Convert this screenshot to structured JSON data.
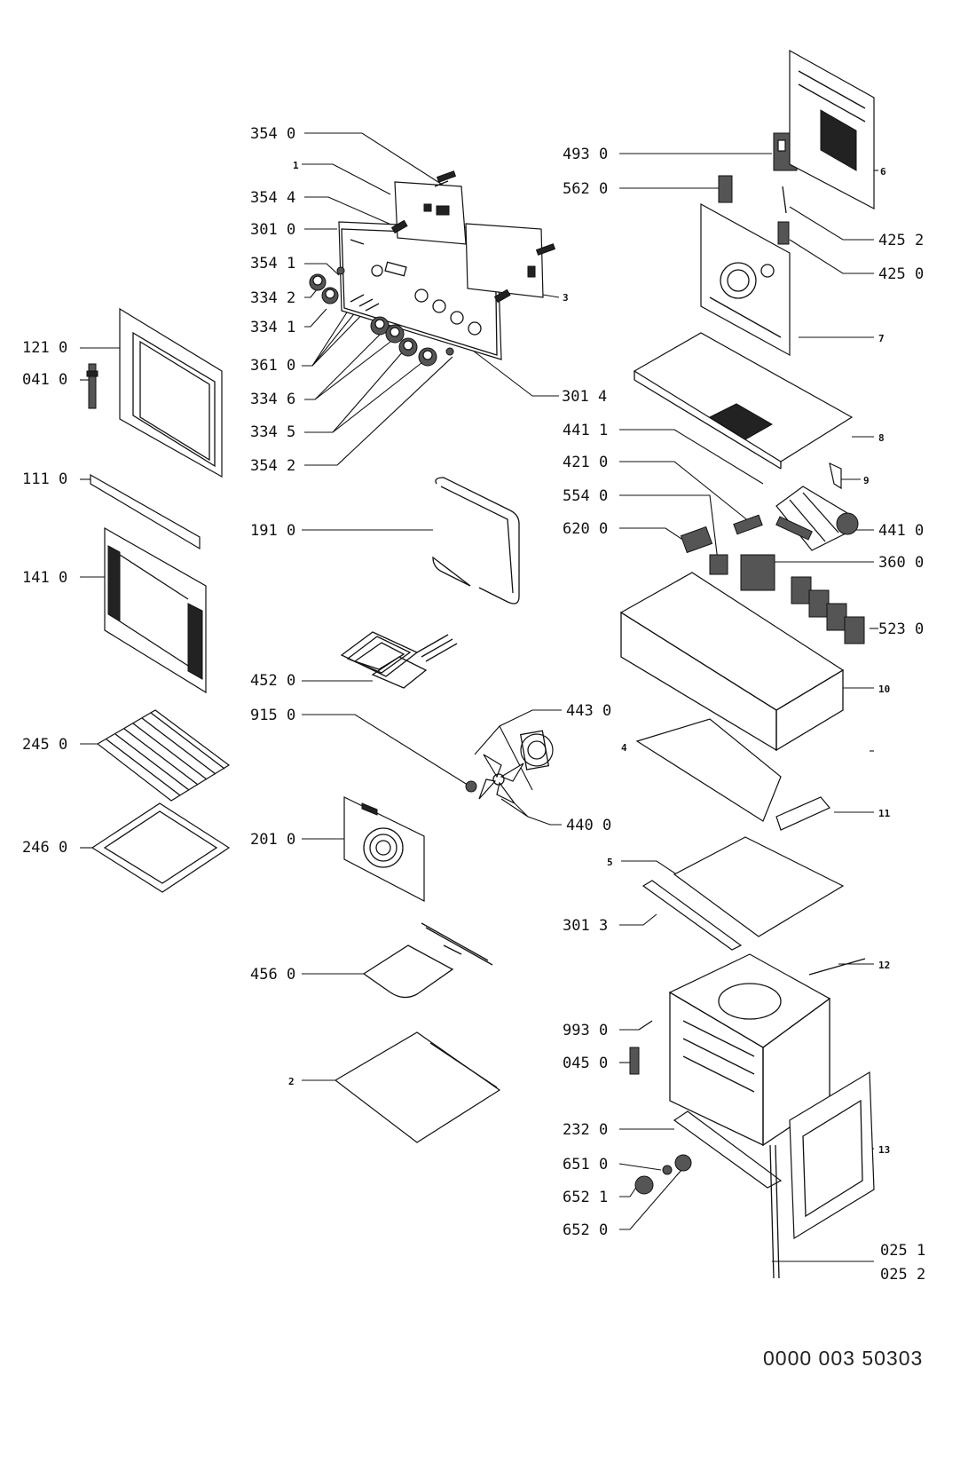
{
  "document_number": "0000 003 50303",
  "callouts": [
    {
      "id": "c3540",
      "text": "354 0"
    },
    {
      "id": "c1",
      "text": "1"
    },
    {
      "id": "c3544",
      "text": "354 4"
    },
    {
      "id": "c3010",
      "text": "301 0"
    },
    {
      "id": "c3541",
      "text": "354 1"
    },
    {
      "id": "c3342",
      "text": "334 2"
    },
    {
      "id": "c3341",
      "text": "334 1"
    },
    {
      "id": "c3610",
      "text": "361 0"
    },
    {
      "id": "c3346",
      "text": "334 6"
    },
    {
      "id": "c3345",
      "text": "334 5"
    },
    {
      "id": "c3542",
      "text": "354 2"
    },
    {
      "id": "c3",
      "text": "3"
    },
    {
      "id": "c3014",
      "text": "301 4"
    },
    {
      "id": "c4930",
      "text": "493 0"
    },
    {
      "id": "c5620",
      "text": "562 0"
    },
    {
      "id": "c6",
      "text": "6"
    },
    {
      "id": "c4252",
      "text": "425 2"
    },
    {
      "id": "c4250",
      "text": "425 0"
    },
    {
      "id": "c7",
      "text": "7"
    },
    {
      "id": "c8",
      "text": "8"
    },
    {
      "id": "c4411",
      "text": "441 1"
    },
    {
      "id": "c4210",
      "text": "421 0"
    },
    {
      "id": "c9",
      "text": "9"
    },
    {
      "id": "c5540",
      "text": "554 0"
    },
    {
      "id": "c6200",
      "text": "620 0"
    },
    {
      "id": "c4410",
      "text": "441 0"
    },
    {
      "id": "c3600",
      "text": "360 0"
    },
    {
      "id": "c5230",
      "text": "523 0"
    },
    {
      "id": "c10",
      "text": "10"
    },
    {
      "id": "c1210",
      "text": "121 0"
    },
    {
      "id": "c0410",
      "text": "041 0"
    },
    {
      "id": "c1110",
      "text": "111 0"
    },
    {
      "id": "c1910",
      "text": "191 0"
    },
    {
      "id": "c1410",
      "text": "141 0"
    },
    {
      "id": "c4520",
      "text": "452 0"
    },
    {
      "id": "c9150",
      "text": "915 0"
    },
    {
      "id": "c4430",
      "text": "443 0"
    },
    {
      "id": "c4",
      "text": "4"
    },
    {
      "id": "c2450",
      "text": "245 0"
    },
    {
      "id": "c4400",
      "text": "440 0"
    },
    {
      "id": "c11",
      "text": "11"
    },
    {
      "id": "c2460",
      "text": "246 0"
    },
    {
      "id": "c2010",
      "text": "201 0"
    },
    {
      "id": "c5",
      "text": "5"
    },
    {
      "id": "c3013",
      "text": "301 3"
    },
    {
      "id": "c4560",
      "text": "456 0"
    },
    {
      "id": "c12",
      "text": "12"
    },
    {
      "id": "c9930",
      "text": "993 0"
    },
    {
      "id": "c0450",
      "text": "045 0"
    },
    {
      "id": "c2",
      "text": "2"
    },
    {
      "id": "c2320",
      "text": "232 0"
    },
    {
      "id": "c13",
      "text": "13"
    },
    {
      "id": "c6510",
      "text": "651 0"
    },
    {
      "id": "c6521",
      "text": "652 1"
    },
    {
      "id": "c6520",
      "text": "652 0"
    },
    {
      "id": "c0251",
      "text": "025 1"
    },
    {
      "id": "c0252",
      "text": "025 2"
    }
  ]
}
